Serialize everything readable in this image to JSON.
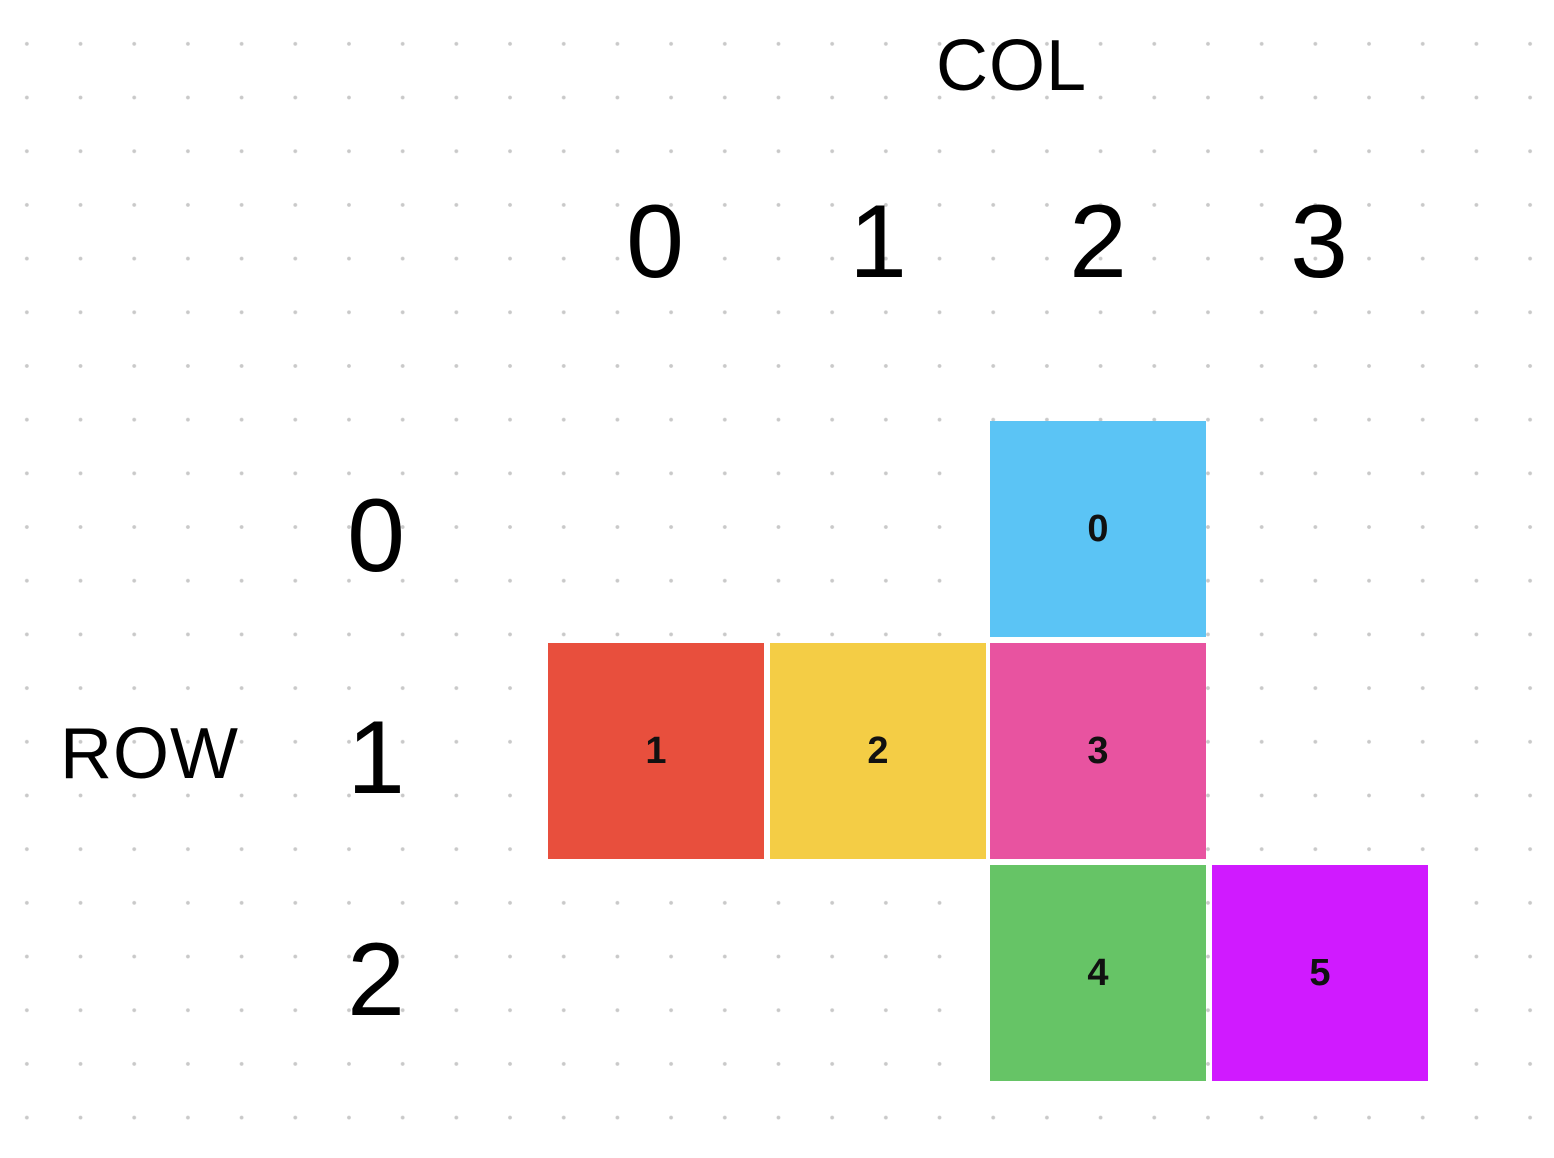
{
  "col_title": "COL",
  "row_title": "ROW",
  "col_indices": [
    "0",
    "1",
    "2",
    "3"
  ],
  "row_indices": [
    "0",
    "1",
    "2"
  ],
  "cells": [
    {
      "label": "0",
      "row": 0,
      "col": 2,
      "color": "#5bc4f5"
    },
    {
      "label": "1",
      "row": 1,
      "col": 0,
      "color": "#e84f3d"
    },
    {
      "label": "2",
      "row": 1,
      "col": 1,
      "color": "#f4cd45"
    },
    {
      "label": "3",
      "row": 1,
      "col": 2,
      "color": "#e853a0"
    },
    {
      "label": "4",
      "row": 2,
      "col": 2,
      "color": "#66c466"
    },
    {
      "label": "5",
      "row": 2,
      "col": 3,
      "color": "#d01aff"
    }
  ]
}
